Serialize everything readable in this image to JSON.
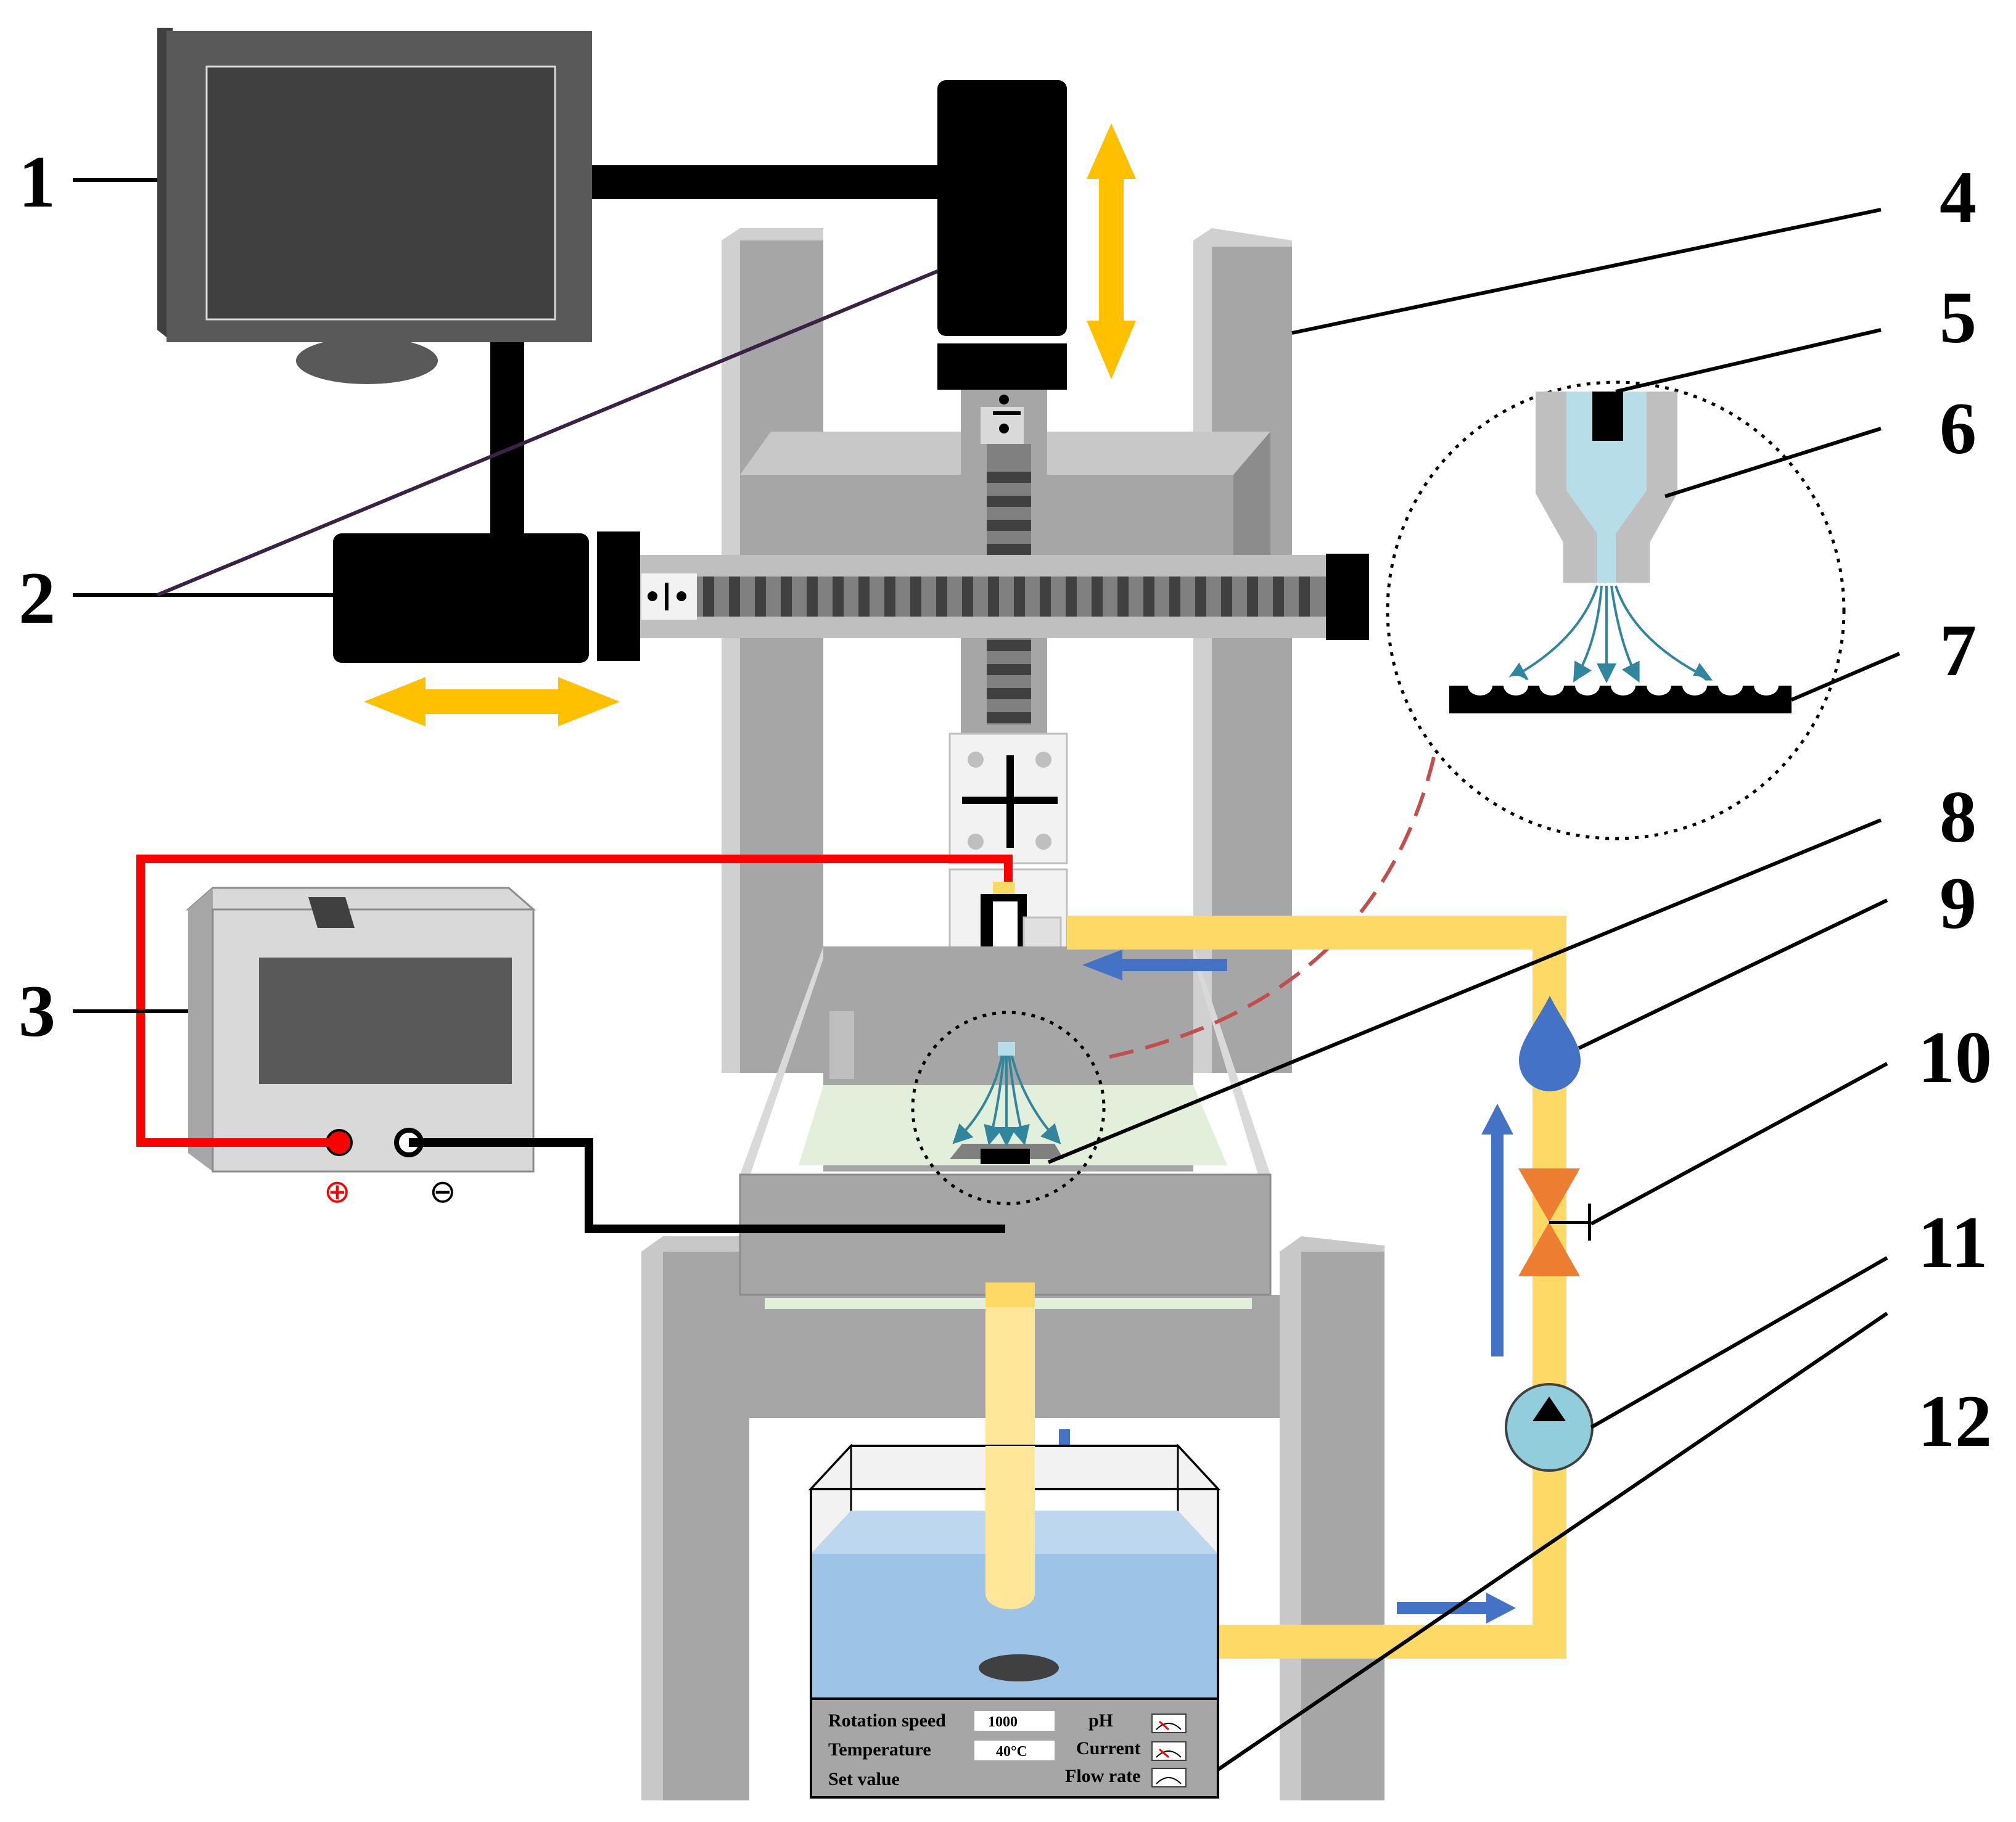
{
  "callouts": [
    {
      "id": 1,
      "label": "1"
    },
    {
      "id": 2,
      "label": "2"
    },
    {
      "id": 3,
      "label": "3"
    },
    {
      "id": 4,
      "label": "4"
    },
    {
      "id": 5,
      "label": "5"
    },
    {
      "id": 6,
      "label": "6"
    },
    {
      "id": 7,
      "label": "7"
    },
    {
      "id": 8,
      "label": "8"
    },
    {
      "id": 9,
      "label": "9"
    },
    {
      "id": 10,
      "label": "10"
    },
    {
      "id": 11,
      "label": "11"
    },
    {
      "id": 12,
      "label": "12"
    }
  ],
  "power_supply": {
    "positive_symbol": "⊕",
    "negative_symbol": "⊖"
  },
  "control_panel": {
    "rotation_speed_label": "Rotation speed",
    "rotation_speed_value": "1000",
    "temperature_label": "Temperature",
    "temperature_value": "40°C",
    "set_value_label": "Set value",
    "ph_label": "pH",
    "current_label": "Current",
    "flow_rate_label": "Flow rate"
  },
  "colors": {
    "frame_gray": "#a6a6a6",
    "frame_light": "#c8c8c8",
    "black": "#000000",
    "pipe_yellow": "#ffd966",
    "arrow_orange": "#ffc000",
    "flow_arrow_blue": "#4472c4",
    "wire_red": "#ff0000",
    "nozzle_blue": "#b7dee8",
    "tank_water": "#9dc3e6",
    "pump_blue": "#92cddc",
    "valve_orange": "#ed7d31",
    "electrolyte_green": "#e2efda"
  }
}
